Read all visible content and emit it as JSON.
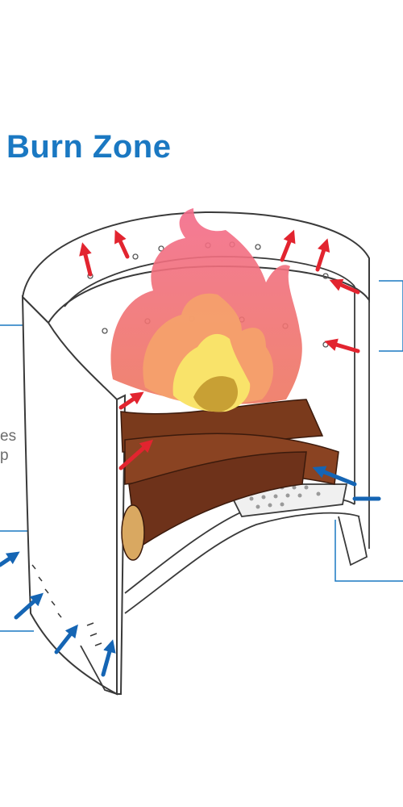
{
  "title": "Burn Zone",
  "callout_fragments": [
    "es",
    "p"
  ],
  "colors": {
    "title": "#1a78c2",
    "hot_air": "#e2242f",
    "cool_air": "#1565b4",
    "outline": "#3a3a3a",
    "callout_line": "#1a78c2",
    "flame_outer": "#f06a83",
    "flame_mid": "#f4a06b",
    "flame_core": "#f9e36a",
    "wood": "#7a3a1c"
  },
  "icons": [
    "hot-air-arrow-icon",
    "cool-air-arrow-icon",
    "flame-icon"
  ]
}
